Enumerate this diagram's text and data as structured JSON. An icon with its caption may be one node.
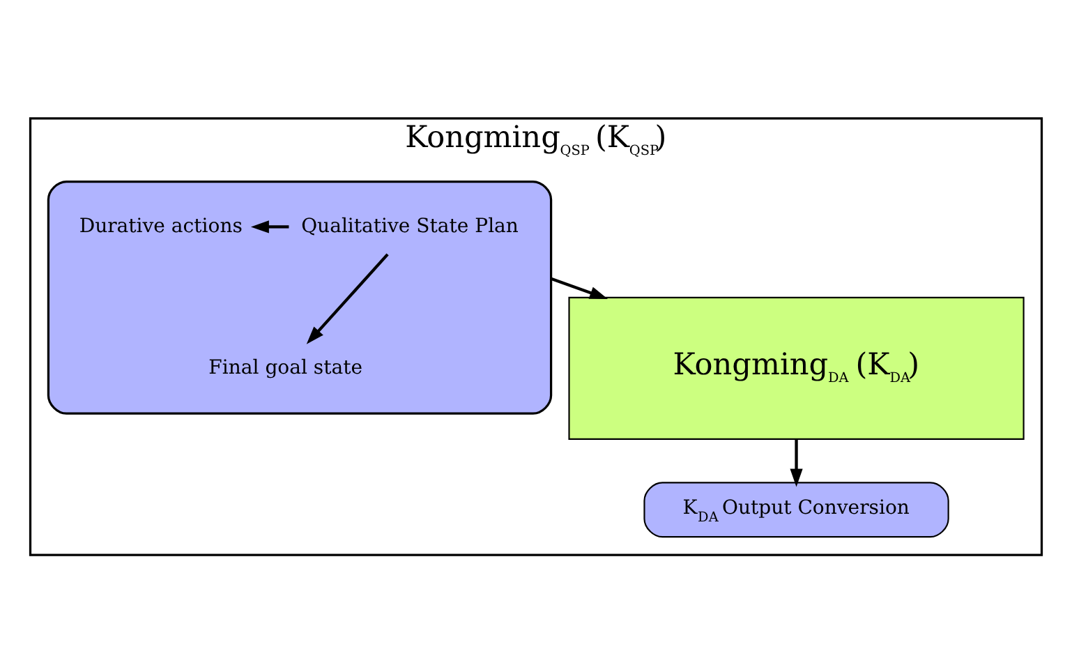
{
  "diagram": {
    "nodes": [
      {
        "text": [
          "Kongming$_{QSP}$ (K$_{QSP}$)"
        ]
      },
      {
        "text": [],
        "shape": "box",
        "in": 0
      },
      {
        "text": [
          "Qualitative State Plan"
        ],
        "in": 1
      },
      {
        "text": [
          "Durative actions"
        ],
        "in": 1
      },
      {
        "text": [
          "Final goal state"
        ],
        "in": 1
      },
      {
        "text": [
          "Kongming$_{DA}$ (K$_{DA}$)"
        ],
        "in": 0
      },
      {
        "text": [
          "K$_{DA}$ Output Conversion"
        ],
        "in": 0
      }
    ],
    "edges": [
      {
        "from": 2,
        "to": 3,
        "arrow": "to"
      },
      {
        "from": 2,
        "to": 4,
        "arrow": "to"
      },
      {
        "from": 1,
        "to": 5,
        "arrow": "to"
      },
      {
        "from": 5,
        "to": 6,
        "arrow": "to"
      }
    ]
  }
}
